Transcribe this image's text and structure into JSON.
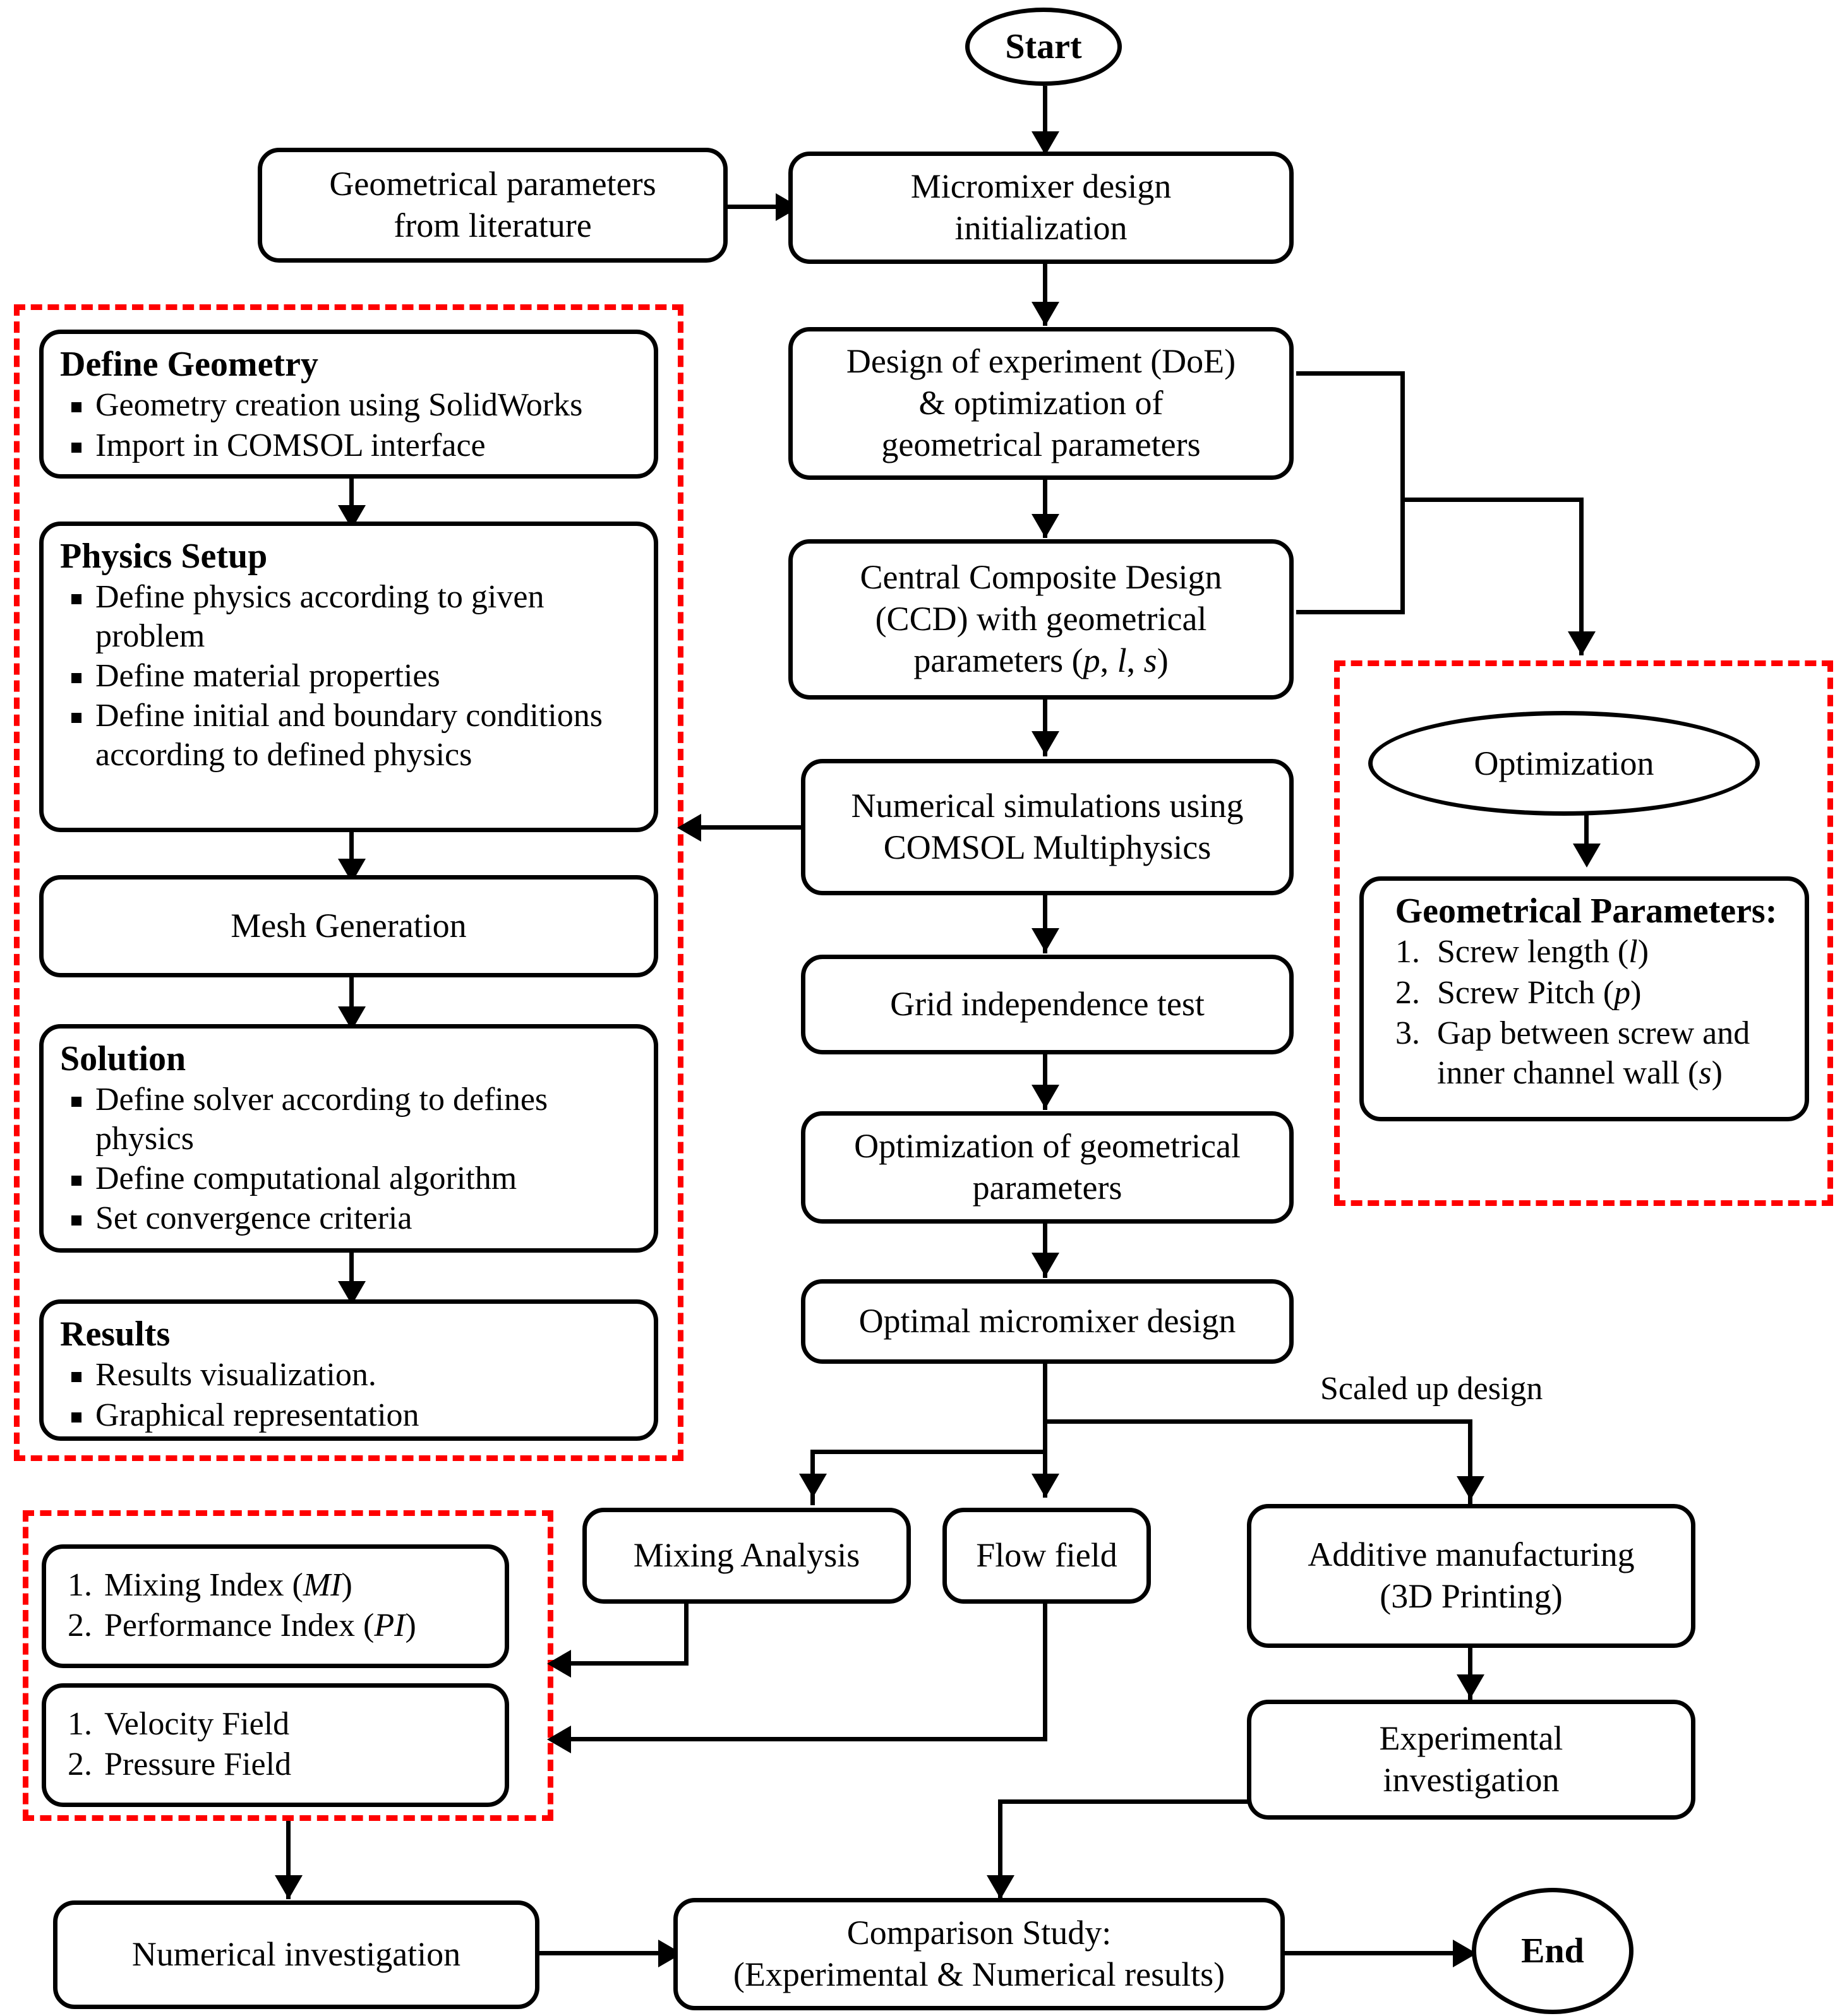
{
  "diagram": {
    "title": "Micromixer design and optimization methodology flowchart",
    "accent_color": "#ff0000",
    "line_color": "#000000",
    "background": "#ffffff"
  },
  "terminators": {
    "start": "Start",
    "end": "End"
  },
  "nodes": {
    "geom_params_literature": "Geometrical parameters\nfrom literature",
    "micromixer_init": "Micromixer design\ninitialization",
    "doe": "Design of experiment (DoE)\n& optimization of\ngeometrical parameters",
    "ccd_line1": "Central Composite Design",
    "ccd_line2": "(CCD) with geometrical",
    "ccd_line3_pre": "parameters (",
    "ccd_p": "p",
    "ccd_sep1": ", ",
    "ccd_l": "l",
    "ccd_sep2": ", ",
    "ccd_s": "s",
    "ccd_line3_post": ")",
    "numerical_sim": "Numerical simulations using\nCOMSOL Multiphysics",
    "grid_test": "Grid independence test",
    "optimization_geo": "Optimization of geometrical\nparameters",
    "optimal_design": "Optimal micromixer design",
    "mixing_analysis": "Mixing Analysis",
    "flow_field": "Flow field",
    "additive_mfg": "Additive manufacturing\n(3D Printing)",
    "experimental_inv": "Experimental\ninvestigation",
    "numerical_inv": "Numerical investigation",
    "comparison_study": "Comparison Study:\n(Experimental & Numerical results)",
    "mesh_generation": "Mesh Generation",
    "optimization_ellipse": "Optimization"
  },
  "define_geometry": {
    "header": "Define Geometry",
    "items": [
      "Geometry creation using SolidWorks",
      "Import in COMSOL interface"
    ]
  },
  "physics_setup": {
    "header": "Physics Setup",
    "items": [
      "Define physics according to given problem",
      "Define material properties",
      "Define initial and boundary conditions according to defined physics"
    ]
  },
  "solution": {
    "header": "Solution",
    "items": [
      "Define solver according to defines physics",
      "Define computational algorithm",
      "Set convergence criteria"
    ]
  },
  "results": {
    "header": "Results",
    "items": [
      "Results visualization.",
      "Graphical representation"
    ]
  },
  "geometrical_parameters": {
    "header": "Geometrical Parameters:",
    "item1_pre": "Screw length (",
    "item1_sym": "l",
    "item1_post": ")",
    "item2_pre": "Screw Pitch (",
    "item2_sym": "p",
    "item2_post": ")",
    "item3_line1": "Gap between screw and",
    "item3_line2_pre": "inner channel wall (",
    "item3_sym": "s",
    "item3_post": ")"
  },
  "mixing_metrics": {
    "item1_pre": "Mixing Index (",
    "item1_sym": "MI",
    "item1_post": ")",
    "item2_pre": "Performance Index (",
    "item2_sym": "PI",
    "item2_post": ")"
  },
  "field_metrics": {
    "item1": "Velocity Field",
    "item2": "Pressure Field"
  },
  "edge_labels": {
    "scaled_up_design": "Scaled up design"
  }
}
